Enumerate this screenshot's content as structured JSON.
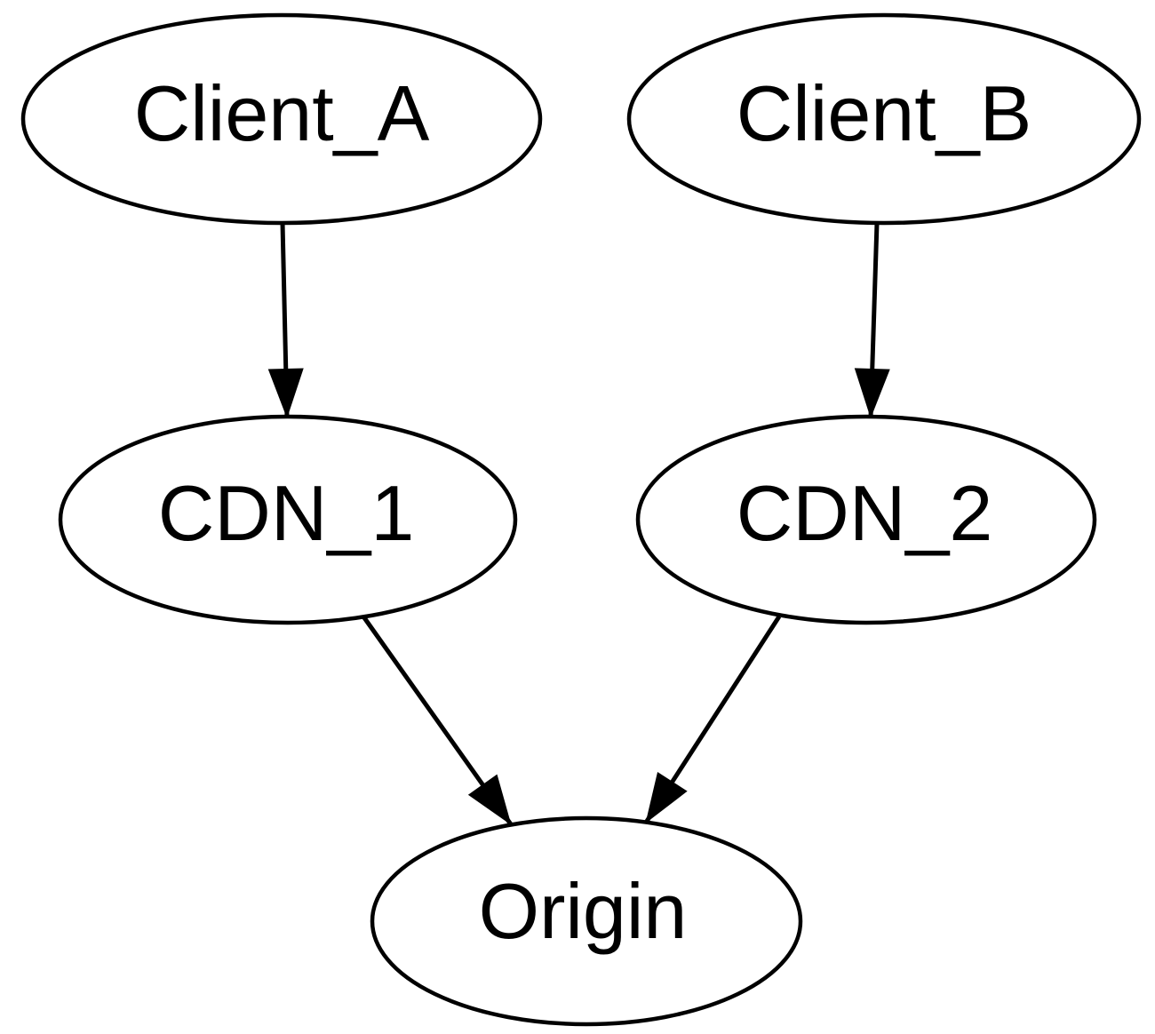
{
  "diagram": {
    "type": "directed-graph",
    "nodes": [
      {
        "id": "client_a",
        "label": "Client_A",
        "shape": "ellipse"
      },
      {
        "id": "client_b",
        "label": "Client_B",
        "shape": "ellipse"
      },
      {
        "id": "cdn_1",
        "label": "CDN_1",
        "shape": "ellipse"
      },
      {
        "id": "cdn_2",
        "label": "CDN_2",
        "shape": "ellipse"
      },
      {
        "id": "origin",
        "label": "Origin",
        "shape": "ellipse"
      }
    ],
    "edges": [
      {
        "from": "Client_A",
        "to": "CDN_1",
        "arrow": "filled-triangle"
      },
      {
        "from": "Client_B",
        "to": "CDN_2",
        "arrow": "filled-triangle"
      },
      {
        "from": "CDN_1",
        "to": "Origin",
        "arrow": "filled-triangle"
      },
      {
        "from": "CDN_2",
        "to": "Origin",
        "arrow": "filled-triangle"
      }
    ]
  },
  "colors": {
    "background": "#ffffff",
    "node_fill": "#ffffff",
    "node_stroke": "#000000",
    "edge_color": "#000000",
    "text_color": "#000000"
  }
}
